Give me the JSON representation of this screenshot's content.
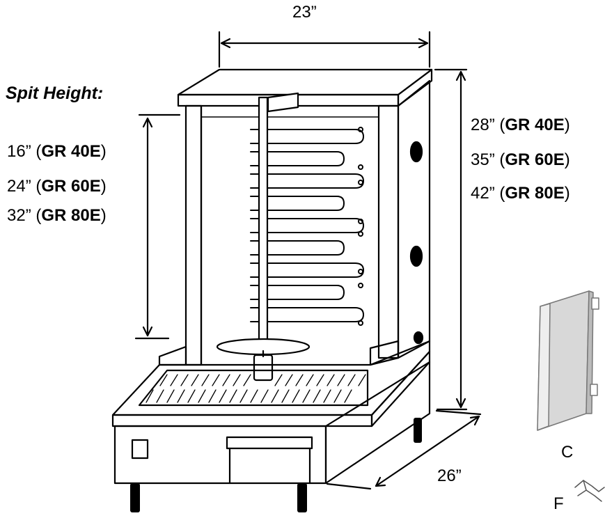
{
  "dimensions": {
    "width_label": "23”",
    "depth_label": "26”"
  },
  "spit_height": {
    "title": "Spit Height:",
    "rows": [
      {
        "size": "16”",
        "open": "(",
        "model": "GR 40E",
        "close": ")"
      },
      {
        "size": "24”",
        "open": "(",
        "model": "GR 60E",
        "close": ")"
      },
      {
        "size": "32”",
        "open": "(",
        "model": "GR 80E",
        "close": ")"
      }
    ]
  },
  "overall_height": {
    "rows": [
      {
        "size": "28”",
        "open": "(",
        "model": "GR 40E",
        "close": ")"
      },
      {
        "size": "35”",
        "open": "(",
        "model": "GR 60E",
        "close": ")"
      },
      {
        "size": "42”",
        "open": "(",
        "model": "GR 80E",
        "close": ")"
      }
    ]
  },
  "accessories": {
    "c_label": "C",
    "f_label": "F"
  }
}
